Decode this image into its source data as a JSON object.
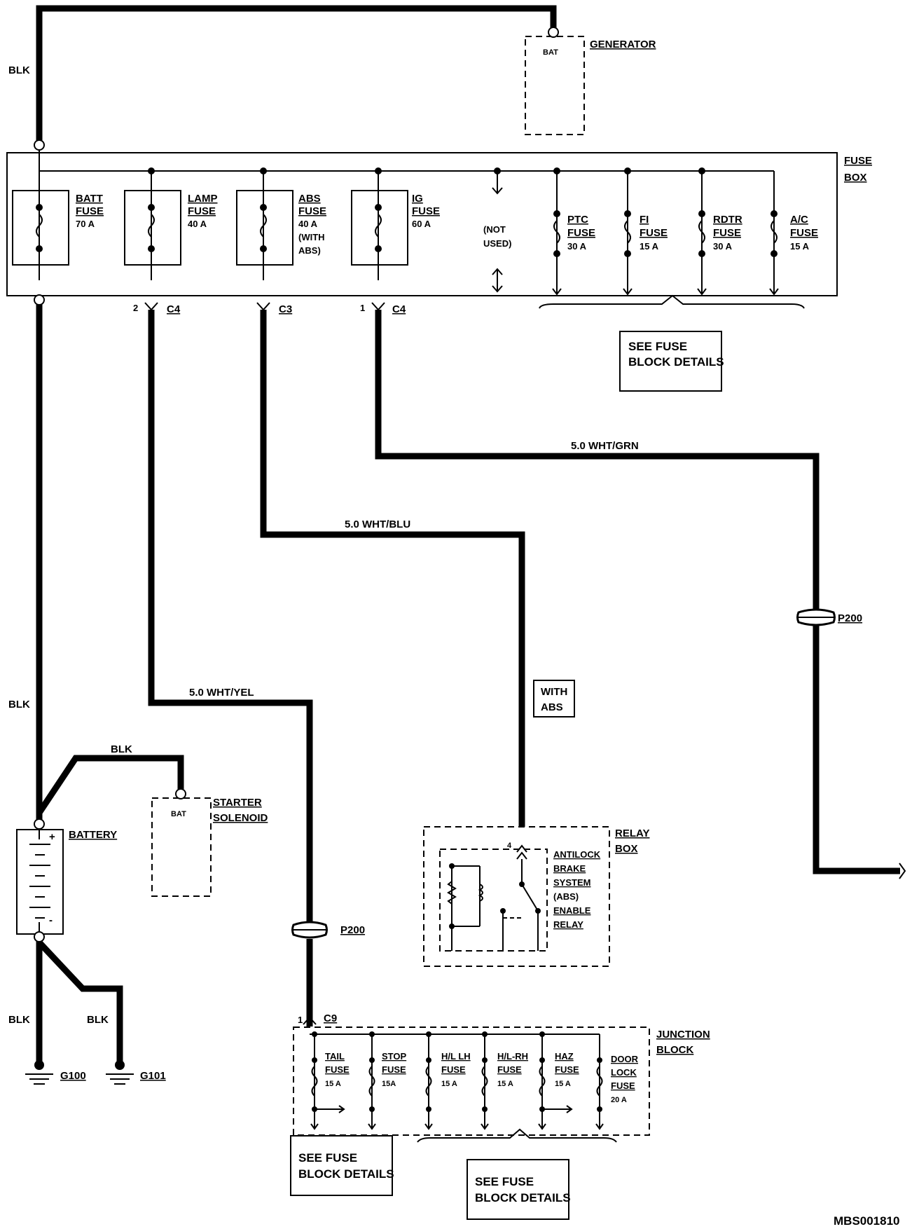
{
  "generator": {
    "terminal": "BAT",
    "label": "GENERATOR"
  },
  "fuse_box": {
    "label_line1": "FUSE",
    "label_line2": "BOX",
    "fuses": [
      {
        "name1": "BATT",
        "name2": "FUSE",
        "rating": "70 A",
        "extra1": "",
        "extra2": ""
      },
      {
        "name1": "LAMP",
        "name2": "FUSE",
        "rating": "40 A",
        "extra1": "",
        "extra2": ""
      },
      {
        "name1": "ABS",
        "name2": "FUSE",
        "rating": "40 A",
        "extra1": "(WITH",
        "extra2": "ABS)"
      },
      {
        "name1": "IG",
        "name2": "FUSE",
        "rating": "60 A",
        "extra1": "",
        "extra2": ""
      }
    ],
    "not_used_line1": "(NOT",
    "not_used_line2": "USED)",
    "small_fuses": [
      {
        "name1": "PTC",
        "name2": "FUSE",
        "rating": "30 A"
      },
      {
        "name1": "FI",
        "name2": "FUSE",
        "rating": "15 A"
      },
      {
        "name1": "RDTR",
        "name2": "FUSE",
        "rating": "30 A"
      },
      {
        "name1": "A/C",
        "name2": "FUSE",
        "rating": "15 A"
      }
    ],
    "details_line1": "SEE FUSE",
    "details_line2": "BLOCK DETAILS"
  },
  "connectors": {
    "lamp_pin": "2",
    "lamp_conn": "C4",
    "abs_conn": "C3",
    "ig_pin": "1",
    "ig_conn": "C4",
    "c9_pin": "1",
    "c9_conn": "C9"
  },
  "wires": {
    "blk_top": "BLK",
    "blk_mid": "BLK",
    "blk_starter": "BLK",
    "blk_g100": "BLK",
    "blk_g101": "BLK",
    "wht_grn": "5.0 WHT/GRN",
    "wht_blu": "5.0 WHT/BLU",
    "wht_yel": "5.0 WHT/YEL"
  },
  "splices": {
    "right": "P200",
    "left": "P200"
  },
  "with_abs": {
    "line1": "WITH",
    "line2": "ABS"
  },
  "battery": {
    "label": "BATTERY",
    "plus": "+",
    "minus": "-"
  },
  "starter": {
    "terminal": "BAT",
    "label1": "STARTER",
    "label2": "SOLENOID"
  },
  "grounds": {
    "g100": "G100",
    "g101": "G101"
  },
  "relay_box": {
    "label1": "RELAY",
    "label2": "BOX",
    "pin": "4",
    "relay_lines": [
      "ANTILOCK",
      "BRAKE",
      "SYSTEM",
      "(ABS)",
      "ENABLE",
      "RELAY"
    ]
  },
  "junction_block": {
    "label1": "JUNCTION",
    "label2": "BLOCK",
    "fuses": [
      {
        "l1": "TAIL",
        "l2": "FUSE",
        "l3": "15 A"
      },
      {
        "l1": "STOP",
        "l2": "FUSE",
        "l3": "15A"
      },
      {
        "l1": "H/L LH",
        "l2": "FUSE",
        "l3": "15 A"
      },
      {
        "l1": "H/L-RH",
        "l2": "FUSE",
        "l3": "15 A"
      },
      {
        "l1": "HAZ",
        "l2": "FUSE",
        "l3": "15 A"
      },
      {
        "l1": "DOOR",
        "l2": "LOCK",
        "l3": "FUSE",
        "l4": "20 A"
      }
    ],
    "details_a_line1": "SEE FUSE",
    "details_a_line2": "BLOCK DETAILS",
    "details_b_line1": "SEE FUSE",
    "details_b_line2": "BLOCK DETAILS"
  },
  "drawing_id": "MBS001810"
}
